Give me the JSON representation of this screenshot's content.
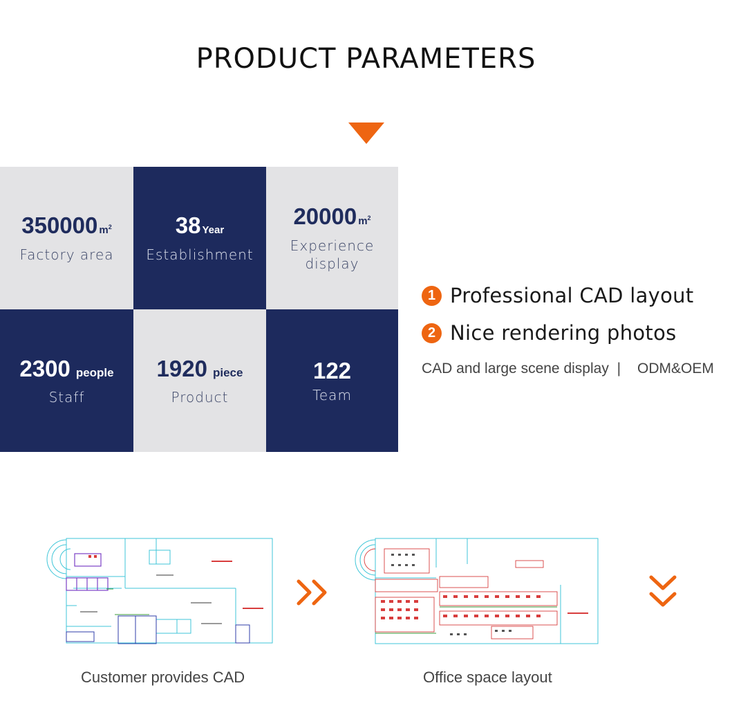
{
  "header": {
    "title": "PRODUCT PARAMETERS"
  },
  "colors": {
    "accent": "#ee6511",
    "navy": "#1d2a5d",
    "light_gray": "#e3e3e5"
  },
  "stats": [
    {
      "value": "350000",
      "unit": "m",
      "unit_sup": "2",
      "label": "Factory area"
    },
    {
      "value": "38",
      "unit": "Year",
      "label": "Establishment"
    },
    {
      "value": "20000",
      "unit": "m",
      "unit_sup": "2",
      "label_line1": "Experience",
      "label_line2": "display"
    },
    {
      "value": "2300",
      "unit": "people",
      "label": "Staff"
    },
    {
      "value": "1920",
      "unit": "piece",
      "label": "Product"
    },
    {
      "value": "122",
      "label": "Team"
    }
  ],
  "features": [
    {
      "number": "1",
      "text": "Professional CAD layout"
    },
    {
      "number": "2",
      "text": "Nice rendering photos"
    }
  ],
  "tagline": {
    "left": "CAD and large scene display",
    "separator": "|",
    "right": "ODM&OEM"
  },
  "process": {
    "step1_caption": "Customer provides CAD",
    "step2_caption": "Office space layout",
    "arrow_right_icon": "double-chevron-right-icon",
    "arrow_down_icon": "double-chevron-down-icon"
  }
}
